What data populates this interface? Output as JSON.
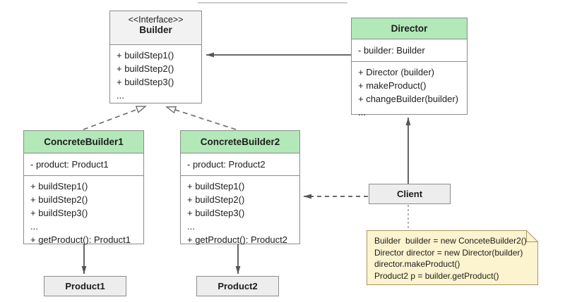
{
  "diagram": {
    "title_hint": "Builder design pattern UML class diagram",
    "colors": {
      "class_header_green": "#b3e8b9",
      "interface_header_gray": "#f2f2f2",
      "simple_box_gray": "#ededed",
      "note_yellow": "#fcf3cf",
      "note_border": "#a89860",
      "box_border": "#8c8c8c",
      "arrow": "#555555"
    },
    "classes": [
      {
        "id": "builder",
        "stereotype": "<<Interface>>",
        "name": "Builder",
        "attributes": [],
        "methods": [
          "+ buildStep1()",
          "+ buildStep2()",
          "+ buildStep3()",
          "..."
        ]
      },
      {
        "id": "director",
        "name": "Director",
        "attributes": [
          "- builder: Builder"
        ],
        "methods": [
          "+ Director (builder)",
          "+ makeProduct()",
          "+ changeBuilder(builder)",
          "..."
        ]
      },
      {
        "id": "concrete-builder-1",
        "name": "ConcreteBuilder1",
        "attributes": [
          "- product: Product1"
        ],
        "methods": [
          "+ buildStep1()",
          "+ buildStep2()",
          "+ buildStep3()",
          "...",
          "+ getProduct(): Product1"
        ]
      },
      {
        "id": "concrete-builder-2",
        "name": "ConcreteBuilder2",
        "attributes": [
          "- product: Product2"
        ],
        "methods": [
          "+ buildStep1()",
          "+ buildStep2()",
          "+ buildStep3()",
          "...",
          "+ getProduct(): Product2"
        ]
      }
    ],
    "simple_boxes": [
      {
        "id": "client",
        "label": "Client"
      },
      {
        "id": "product1",
        "label": "Product1"
      },
      {
        "id": "product2",
        "label": "Product2"
      }
    ],
    "note": {
      "lines": [
        "Builder  builder = new ConceteBuilder2()",
        "Director director = new Director(builder)",
        "director.makeProduct()",
        "Product2 p = builder.getProduct()"
      ]
    },
    "relationships": [
      {
        "from": "Director",
        "to": "Builder",
        "type": "association",
        "line": "solid",
        "head": "filled-arrow"
      },
      {
        "from": "ConcreteBuilder1",
        "to": "Builder",
        "type": "realization",
        "line": "dashed",
        "head": "open-triangle"
      },
      {
        "from": "ConcreteBuilder2",
        "to": "Builder",
        "type": "realization",
        "line": "dashed",
        "head": "open-triangle"
      },
      {
        "from": "Client",
        "to": "Director",
        "type": "association",
        "line": "solid",
        "head": "filled-arrow"
      },
      {
        "from": "Client",
        "to": "ConcreteBuilder2",
        "type": "dependency",
        "line": "dashed",
        "head": "filled-arrow"
      },
      {
        "from": "ConcreteBuilder1",
        "to": "Product1",
        "type": "association",
        "line": "solid",
        "head": "filled-arrow"
      },
      {
        "from": "ConcreteBuilder2",
        "to": "Product2",
        "type": "association",
        "line": "solid",
        "head": "filled-arrow"
      },
      {
        "from": "Client",
        "to": "note",
        "type": "anchor",
        "line": "dotted",
        "head": "none"
      }
    ]
  }
}
